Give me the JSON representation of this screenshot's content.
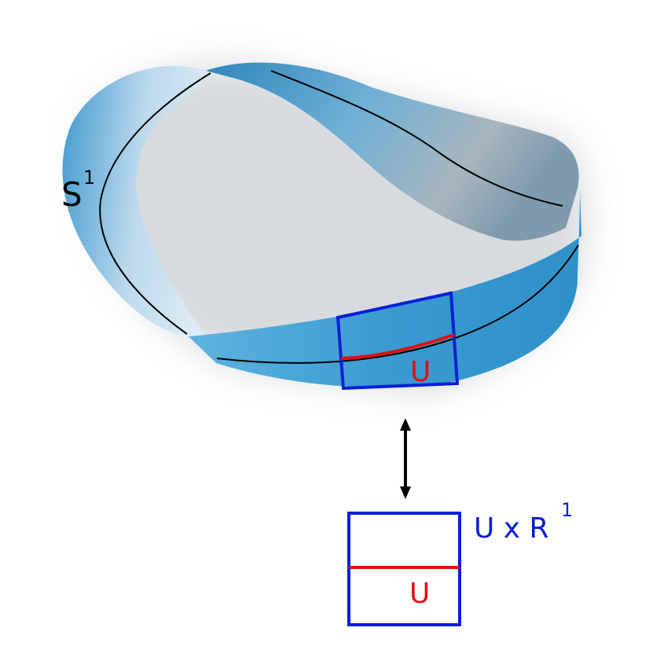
{
  "labels": {
    "circle_base": "S",
    "circle_exp": "1",
    "neighborhood": "U",
    "product_main": "U x R",
    "product_exp": "1",
    "chart_u": "U"
  },
  "colors": {
    "band_light": "#cfe4f1",
    "band_mid": "#4aa3d2",
    "band_dark": "#2f8fc6",
    "band_shadow": "#8e9aa3",
    "core_line": "#000000",
    "chart_box": "#0a1fd6",
    "chart_segment": "#e01010",
    "arrow": "#000000"
  }
}
